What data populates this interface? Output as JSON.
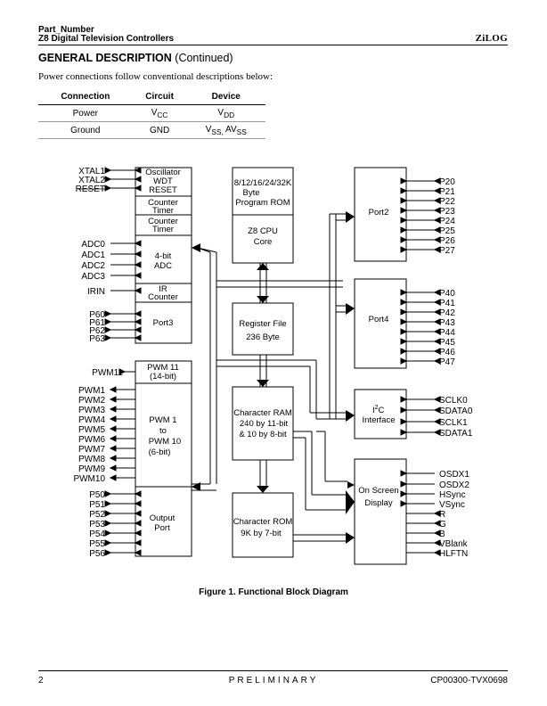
{
  "header": {
    "part_number": "Part_Number",
    "title": "Z8 Digital Television Controllers",
    "brand": "ZiLOG"
  },
  "section": {
    "title": "GENERAL DESCRIPTION",
    "continued": "(Continued)",
    "intro": "Power connections follow conventional descriptions below:"
  },
  "power_table": {
    "headers": [
      "Connection",
      "Circuit",
      "Device"
    ],
    "rows": [
      {
        "connection": "Power",
        "circuit": "V",
        "circuit_sub": "CC",
        "device": "V",
        "device_sub": "DD",
        "device_extra": ""
      },
      {
        "connection": "Ground",
        "circuit": "GND",
        "circuit_sub": "",
        "device": "V",
        "device_sub": "SS,",
        "device_extra": " AV",
        "device_extra_sub": "SS"
      }
    ]
  },
  "diagram": {
    "left_signals": {
      "osc": [
        "XTAL1",
        "XTAL2",
        "RESET"
      ],
      "adc": [
        "ADC0",
        "ADC1",
        "ADC2",
        "ADC3"
      ],
      "ir": "IRIN",
      "port3": [
        "P60",
        "P61",
        "P62",
        "P63"
      ],
      "pwm11": "PWM11",
      "pwm": [
        "PWM1",
        "PWM2",
        "PWM3",
        "PWM4",
        "PWM5",
        "PWM6",
        "PWM7",
        "PWM8",
        "PWM9",
        "PWM10"
      ],
      "port5": [
        "P50",
        "P51",
        "P52",
        "P53",
        "P54",
        "P55",
        "P56"
      ]
    },
    "right_signals": {
      "port2": [
        "P20",
        "P21",
        "P22",
        "P23",
        "P24",
        "P25",
        "P26",
        "P27"
      ],
      "port4": [
        "P40",
        "P41",
        "P42",
        "P43",
        "P44",
        "P45",
        "P46",
        "P47"
      ],
      "i2c": [
        "SCLK0",
        "SDATA0",
        "SCLK1",
        "SDATA1"
      ],
      "osd_in": [
        "OSDX1",
        "OSDX2",
        "HSync",
        "VSync"
      ],
      "osd_out": [
        "R",
        "G",
        "B",
        "VBlank",
        "HLFTN"
      ]
    },
    "blocks": {
      "oscillator": [
        "Oscillator",
        "WDT",
        "RESET"
      ],
      "counter1": [
        "Counter",
        "Timer"
      ],
      "counter2": [
        "Counter",
        "Timer"
      ],
      "adc": [
        "4-bit",
        "ADC"
      ],
      "ir": [
        "IR",
        "Counter"
      ],
      "port3": "Port3",
      "pwm11": [
        "PWM 11",
        "(14-bit)"
      ],
      "pwm": [
        "PWM 1",
        "to",
        "PWM 10",
        "(6-bit)"
      ],
      "output_port": [
        "Output",
        "Port"
      ],
      "rom": [
        "8/12/16/24/32K",
        "Byte",
        "Program ROM"
      ],
      "cpu": [
        "Z8 CPU",
        "Core"
      ],
      "register_file": [
        "Register File",
        "236 Byte"
      ],
      "char_ram": [
        "Character RAM",
        "240 by 11-bit",
        "& 10 by 8-bit"
      ],
      "char_rom": [
        "Character ROM",
        "9K by 7-bit"
      ],
      "port2": "Port2",
      "port4": "Port4",
      "i2c": [
        "I",
        "2",
        "C",
        "Interface"
      ],
      "osd": [
        "On Screen",
        "Display"
      ]
    }
  },
  "caption": "Figure 1.  Functional Block Diagram",
  "footer": {
    "page": "2",
    "status": "PRELIMINARY",
    "doc_number": "CP00300-TVX0698"
  }
}
